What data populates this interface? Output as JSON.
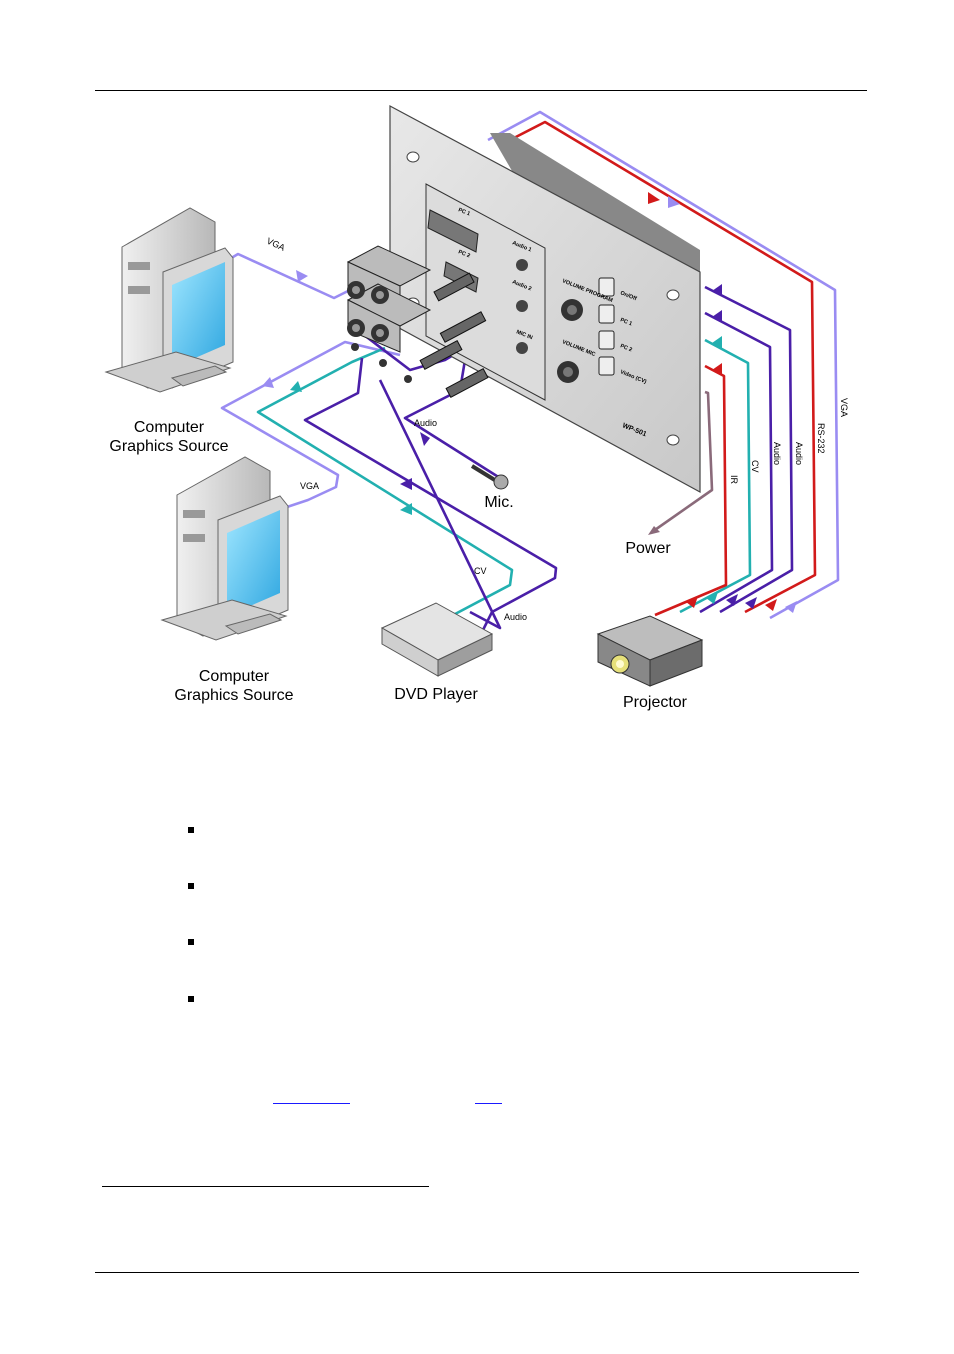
{
  "labels": {
    "computer_top": "Computer",
    "graphics_top": "Graphics Source",
    "computer_bottom": "Computer",
    "graphics_bottom": "Graphics Source",
    "vga_top": "VGA",
    "vga_bottom": "VGA",
    "vga_projector": "VGA",
    "rs232": "RS-232",
    "audio_a": "Audio",
    "audio_b": "Audio",
    "cv_right": "CV",
    "ir": "IR",
    "power": "Power",
    "projector": "Projector",
    "mic": "Mic.",
    "mic_audio": "Audio",
    "dvd_player": "DVD Player",
    "dvd_cv": "CV",
    "dvd_audio": "Audio"
  },
  "panel": {
    "model": "WP-501",
    "pc1": "PC 1",
    "pc2": "PC 2",
    "audio1": "Audio 1",
    "audio2": "Audio 2",
    "mic_in": "MIC IN",
    "volume_program": "VOLUME PROGRAM",
    "volume_mic": "VOLUME MIC",
    "btn_onoff": "On/Off",
    "btn_pc1": "PC 1",
    "btn_pc2": "PC 2",
    "btn_video": "Video (CV)"
  },
  "colors": {
    "vga": "#9a8cf2",
    "rs232": "#d21a1a",
    "audio": "#4a1fa8",
    "cv": "#22b0b0",
    "ir": "#d21a1a",
    "power": "#8a6a7a"
  }
}
